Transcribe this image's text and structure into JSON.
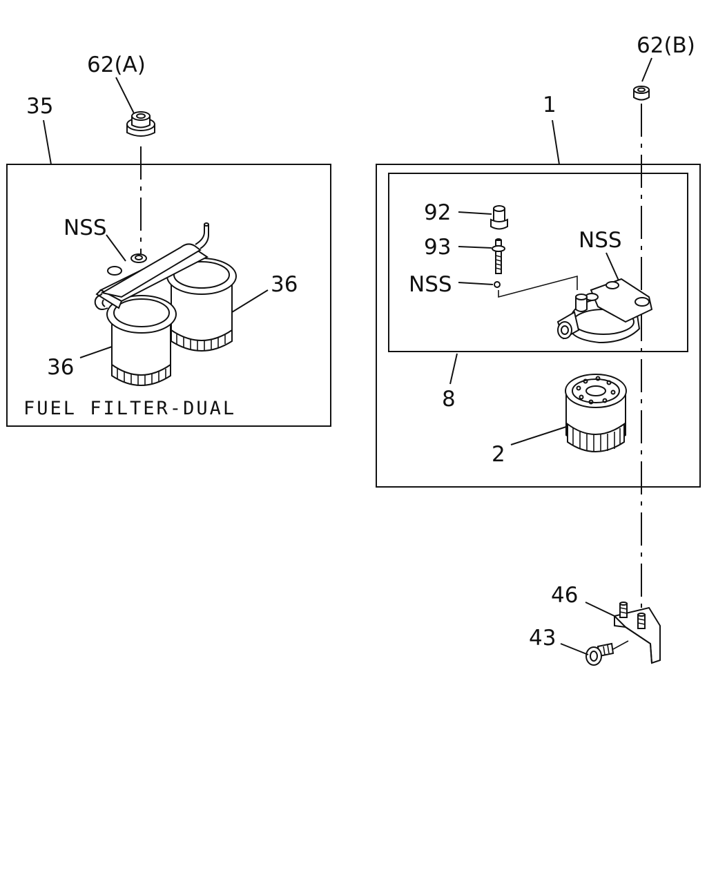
{
  "callouts": {
    "c35": "35",
    "c62a": "62(A)",
    "nss_left": "NSS",
    "c36_right": "36",
    "c36_left": "36",
    "c1": "1",
    "c62b": "62(B)",
    "c92": "92",
    "c93": "93",
    "nss_mid": "NSS",
    "nss_head": "NSS",
    "c8": "8",
    "c2": "2",
    "c46": "46",
    "c43": "43"
  },
  "captions": {
    "left_box": "FUEL FILTER-DUAL"
  }
}
